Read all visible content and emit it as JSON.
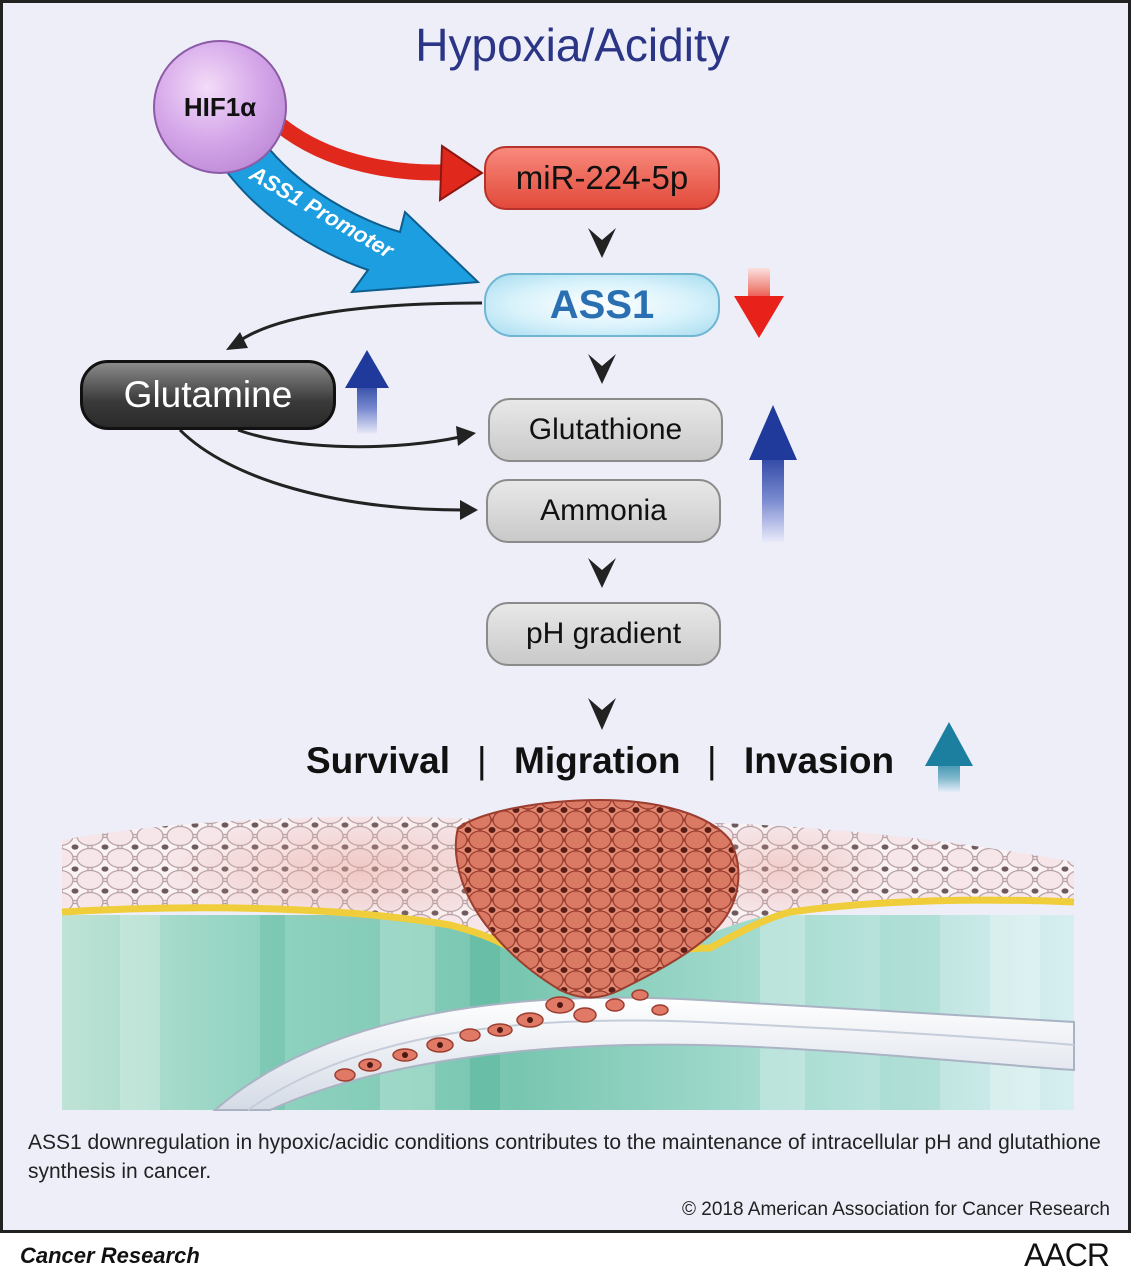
{
  "diagram": {
    "title": "Hypoxia/Acidity",
    "nodes": {
      "hif1a": "HIF1α",
      "mir": "miR-224-5p",
      "ass1": "ASS1",
      "glutamine": "Glutamine",
      "glutathione": "Glutathione",
      "ammonia": "Ammonia",
      "ph": "pH gradient"
    },
    "edge_labels": {
      "promoter": "ASS1 Promoter"
    },
    "outcomes": {
      "survival": "Survival",
      "migration": "Migration",
      "invasion": "Invasion",
      "separator": "|"
    },
    "colors": {
      "title": "#2b3585",
      "mir_fill": "#e24a3a",
      "ass1_text": "#2a6fb2",
      "promoter_arrow": "#1c9ee0",
      "hif_arrow": "#e0291c",
      "down_arrow": "#e8211a",
      "up_arrow": "#1f3a9a",
      "outcome_arrow": "#1d7fa0"
    }
  },
  "footer": {
    "caption": "ASS1 downregulation in hypoxic/acidic conditions contributes to the maintenance of intracellular pH and glutathione synthesis in cancer.",
    "copyright": "© 2018 American Association for Cancer Research",
    "journal": "Cancer Research",
    "logo": "AACR"
  }
}
